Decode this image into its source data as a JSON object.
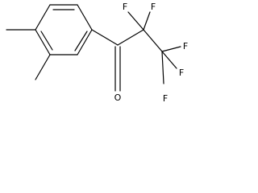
{
  "molecule": {
    "atoms": {
      "o": "O",
      "f1": "F",
      "f2": "F",
      "f3": "F",
      "f4": "F",
      "f5": "F"
    }
  },
  "colors": {
    "bond": "#000000",
    "label": "#000000",
    "background": "#ffffff"
  }
}
